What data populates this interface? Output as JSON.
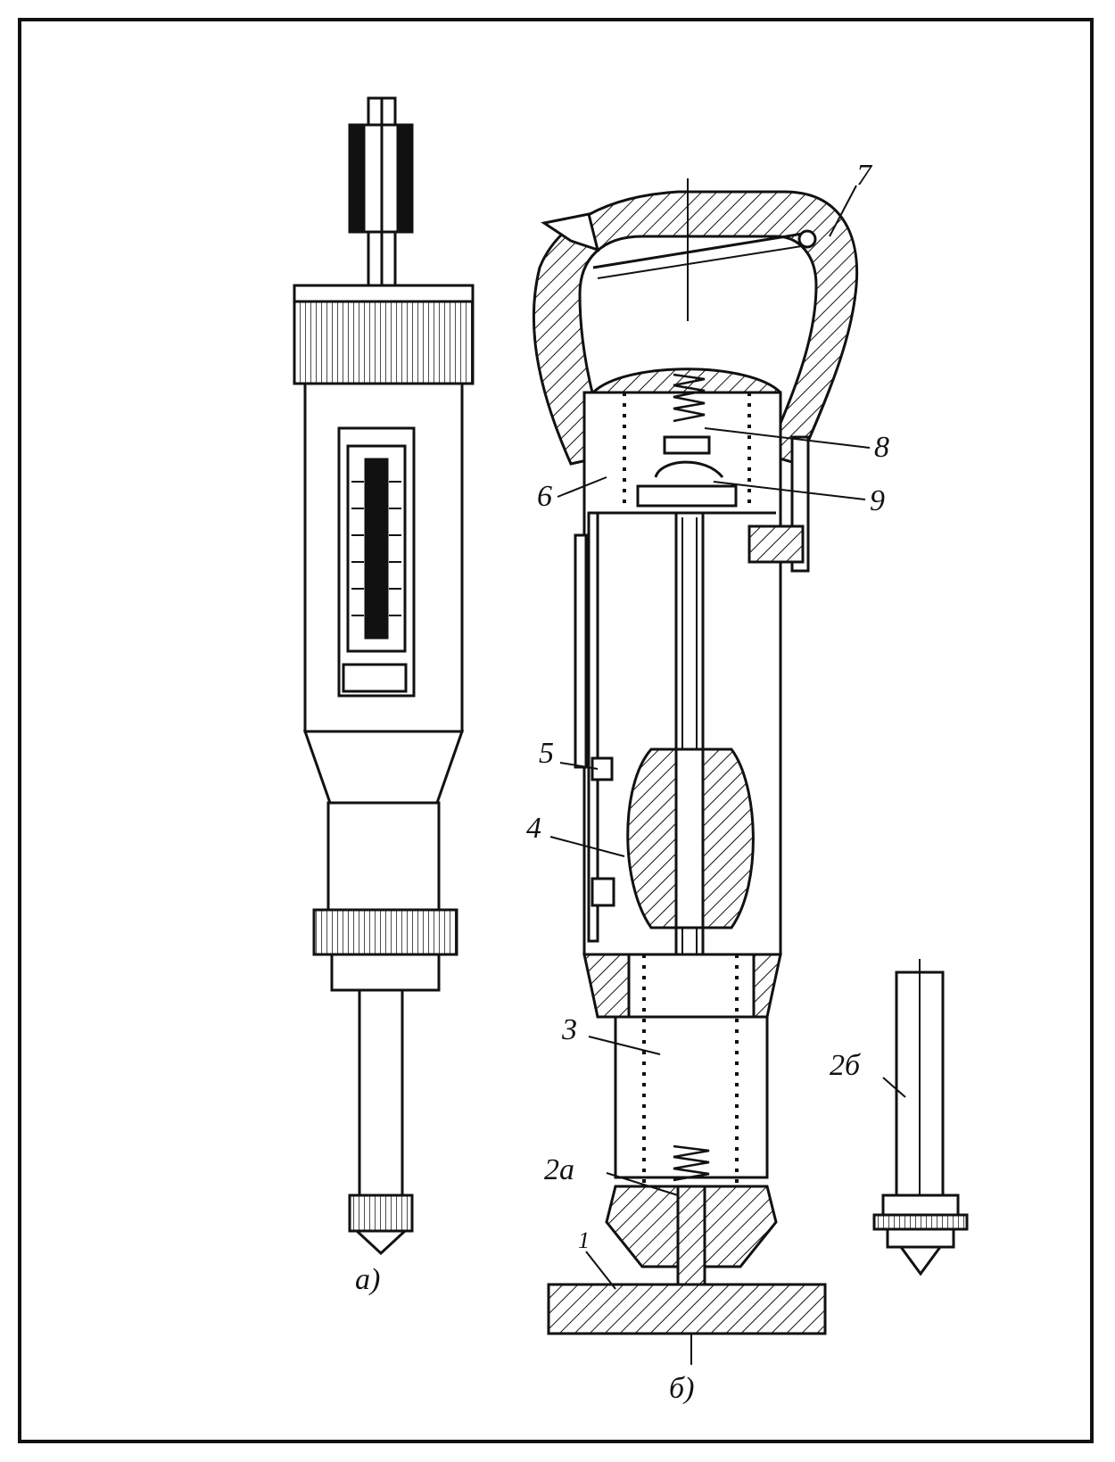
{
  "figure": {
    "labels": {
      "panel_a": "а)",
      "panel_b": "б)",
      "part_1": "1",
      "part_2a": "2а",
      "part_2b": "2б",
      "part_3": "3",
      "part_4": "4",
      "part_5": "5",
      "part_6": "6",
      "part_7": "7",
      "part_8": "8",
      "part_9": "9"
    },
    "colors": {
      "ink": "#111111",
      "paper": "#ffffff"
    }
  }
}
